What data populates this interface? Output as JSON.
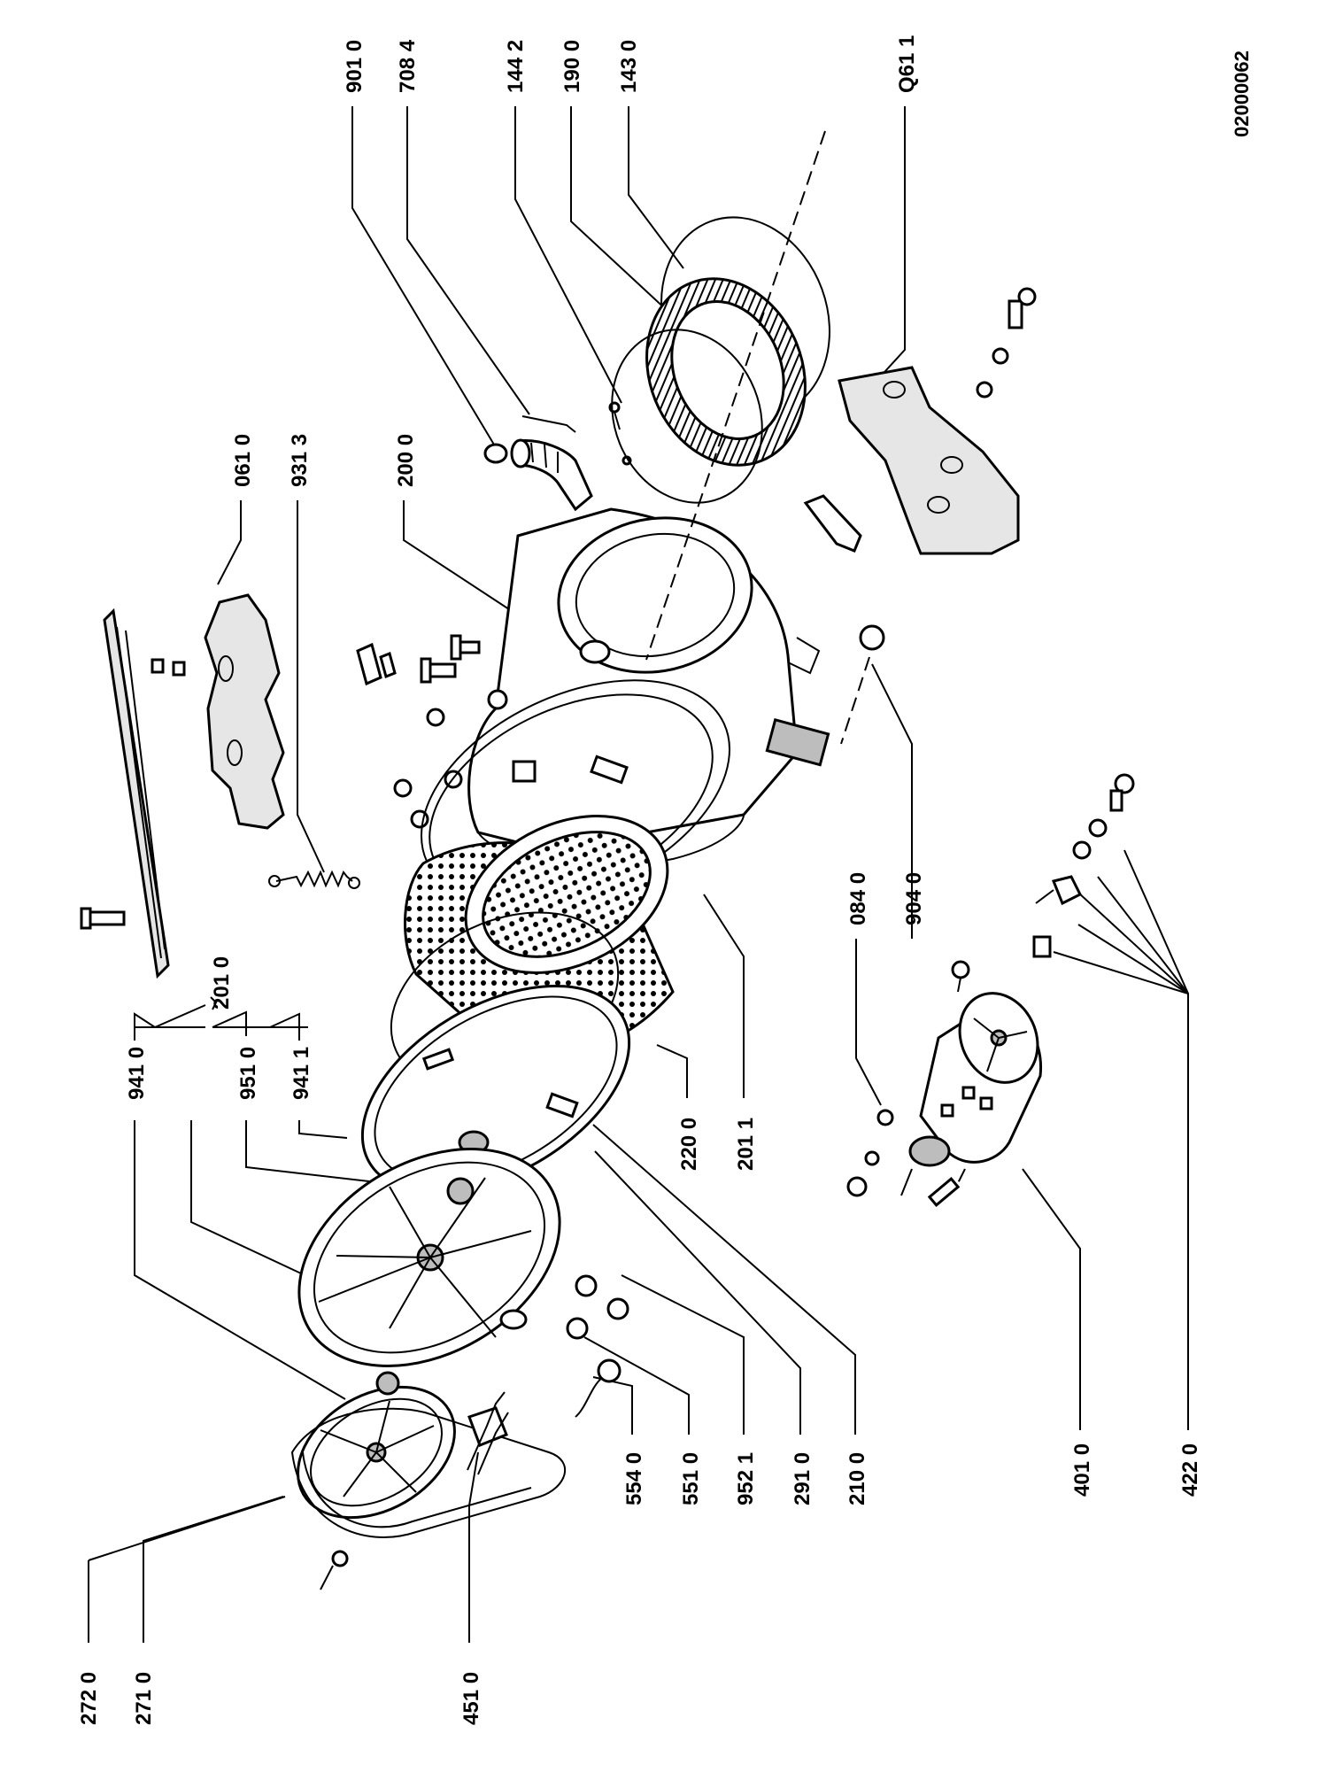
{
  "document_number": "02000062",
  "callouts": [
    {
      "id": "c9010",
      "text": "901 0"
    },
    {
      "id": "c7084",
      "text": "708 4"
    },
    {
      "id": "c1442",
      "text": "144 2"
    },
    {
      "id": "c1900",
      "text": "190 0"
    },
    {
      "id": "c1430",
      "text": "143 0"
    },
    {
      "id": "c0611",
      "text": "Q61 1"
    },
    {
      "id": "c0610",
      "text": "061 0"
    },
    {
      "id": "c9313",
      "text": "931 3"
    },
    {
      "id": "c2000",
      "text": "200 0"
    },
    {
      "id": "c0840",
      "text": "084 0"
    },
    {
      "id": "c9040",
      "text": "904 0"
    },
    {
      "id": "c2010",
      "text": "201 0"
    },
    {
      "id": "c9410",
      "text": "941 0"
    },
    {
      "id": "c9510",
      "text": "951 0"
    },
    {
      "id": "c9411",
      "text": "941 1"
    },
    {
      "id": "c2200",
      "text": "220 0"
    },
    {
      "id": "c2011",
      "text": "201 1"
    },
    {
      "id": "c5540",
      "text": "554 0"
    },
    {
      "id": "c5510",
      "text": "551 0"
    },
    {
      "id": "c9521",
      "text": "952 1"
    },
    {
      "id": "c2910",
      "text": "291 0"
    },
    {
      "id": "c2100",
      "text": "210 0"
    },
    {
      "id": "c4010",
      "text": "401 0"
    },
    {
      "id": "c4220",
      "text": "422 0"
    },
    {
      "id": "c2720",
      "text": "272 0"
    },
    {
      "id": "c2710",
      "text": "271 0"
    },
    {
      "id": "c4510",
      "text": "451 0"
    }
  ]
}
